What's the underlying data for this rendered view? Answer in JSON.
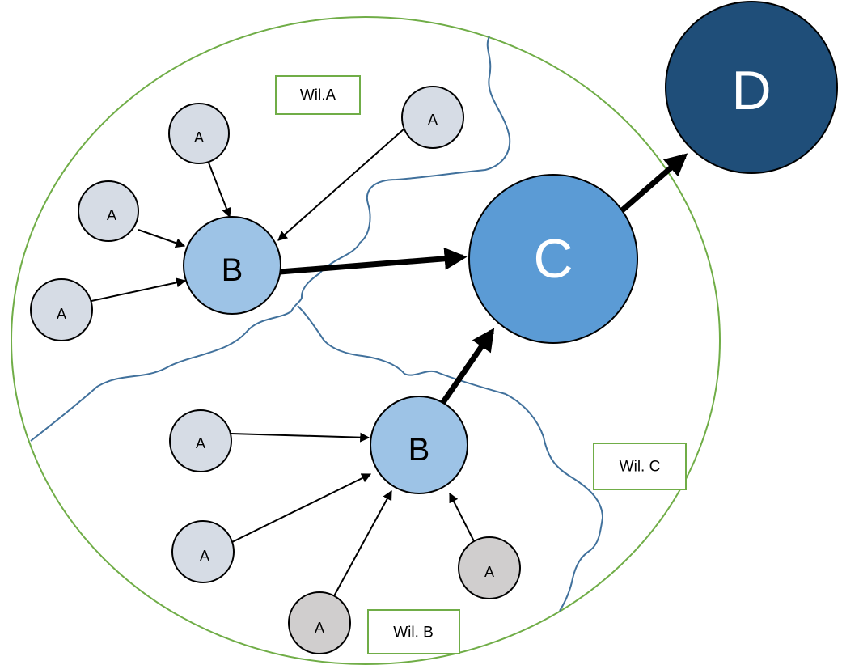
{
  "nodes": {
    "a1": "A",
    "a2": "A",
    "a3": "A",
    "a4": "A",
    "a5": "A",
    "a6": "A",
    "a7": "A",
    "a8": "A",
    "b_top": "B",
    "b_bottom": "B",
    "c": "C",
    "d": "D"
  },
  "regions": {
    "wil_a": "Wil.A",
    "wil_b": "Wil. B",
    "wil_c": "Wil. C"
  },
  "colors": {
    "boundary": "#70ad47",
    "river": "#41719c",
    "a_fill": "#d6dce5",
    "a_fill_gray": "#d0cece",
    "b_fill": "#9dc3e6",
    "c_fill": "#5b9bd5",
    "d_fill": "#1f4e79",
    "edge": "#000000"
  }
}
